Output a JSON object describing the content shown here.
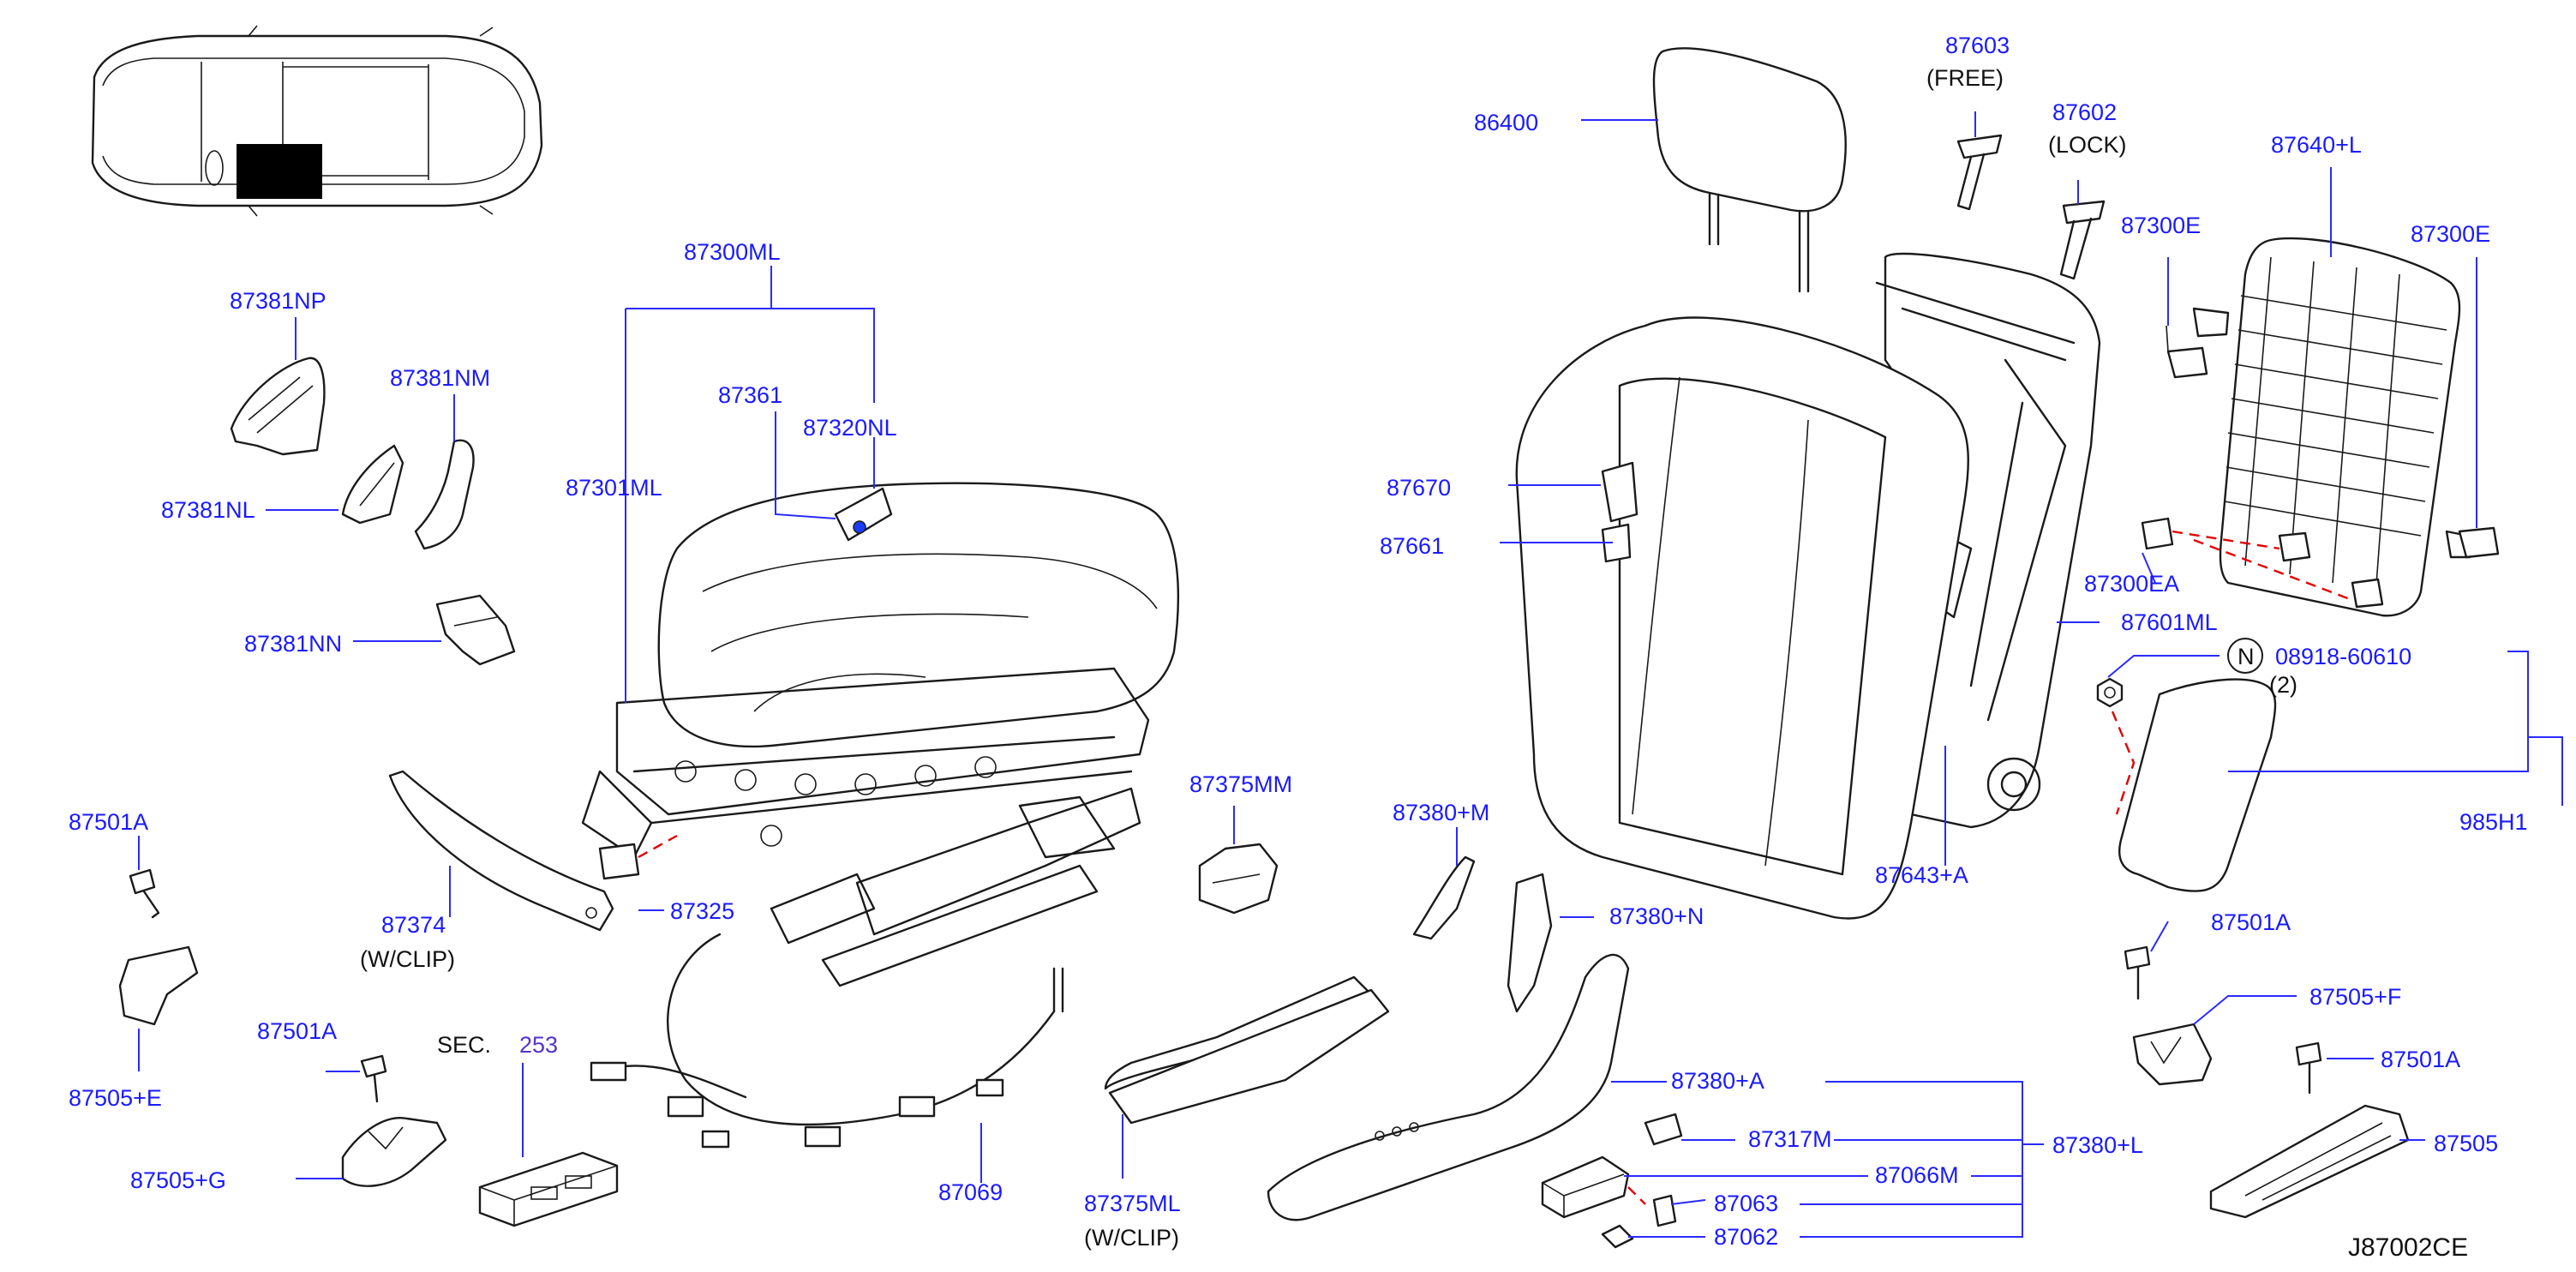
{
  "diagram_code": "J87002CE",
  "labels": {
    "l86400": "86400",
    "l87603": "87603",
    "l87603_note": "(FREE)",
    "l87602": "87602",
    "l87602_note": "(LOCK)",
    "l87640L": "87640+L",
    "l87300E_a": "87300E",
    "l87300E_b": "87300E",
    "l87300ML": "87300ML",
    "l87381NP": "87381NP",
    "l87381NM": "87381NM",
    "l87381NL": "87381NL",
    "l87381NN": "87381NN",
    "l87361": "87361",
    "l87320NL": "87320NL",
    "l87301ML": "87301ML",
    "l87670": "87670",
    "l87661": "87661",
    "l87300EA": "87300EA",
    "l87601ML": "87601ML",
    "l08918": "08918-60610",
    "l08918_qty": "(2)",
    "l08918_badge": "N",
    "l985H1": "985H1",
    "l87501A_1": "87501A",
    "l87501A_2": "87501A",
    "l87501A_3": "87501A",
    "l87501A_4": "87501A",
    "l87375MM": "87375MM",
    "l87380M": "87380+M",
    "l87380N": "87380+N",
    "l87643A": "87643+A",
    "l87374": "87374",
    "l87374_note": "(W/CLIP)",
    "l87325": "87325",
    "l87505E": "87505+E",
    "l87505F": "87505+F",
    "l87505G": "87505+G",
    "l87505": "87505",
    "lSEC": "SEC.",
    "lSEC_num": "253",
    "l87069": "87069",
    "l87375ML": "87375ML",
    "l87375ML_note": "(W/CLIP)",
    "l87380A": "87380+A",
    "l87380L": "87380+L",
    "l87317M": "87317M",
    "l87066M": "87066M",
    "l87063": "87063",
    "l87062": "87062"
  },
  "colors": {
    "label": "#1a1aff",
    "text": "#111111",
    "leader": "#2a2aff",
    "dashed_link": "#e00000",
    "fastener_dot": "#1a3cff"
  }
}
